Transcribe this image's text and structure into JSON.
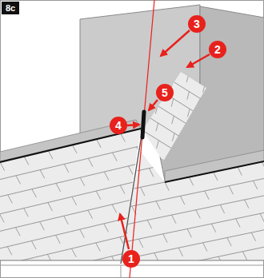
{
  "diagram": {
    "labels": [
      "8c",
      "1",
      "2",
      "3",
      "4",
      "5"
    ]
  }
}
